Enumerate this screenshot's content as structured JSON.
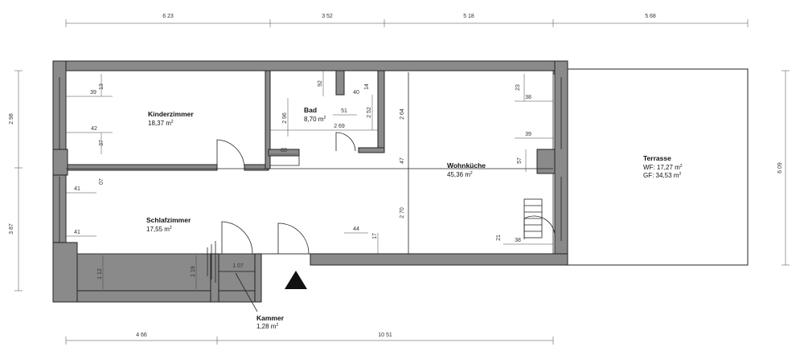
{
  "dimensions": {
    "top": [
      "6 23",
      "3 52",
      "5 18",
      "5 68"
    ],
    "bottom": [
      "4 66",
      "10 51"
    ],
    "left": [
      "2 98",
      "3 87"
    ],
    "right": [
      "6 09"
    ],
    "interior": {
      "k_13": "13",
      "k_39": "39",
      "k_42": "42",
      "k_37": "37",
      "k_07": "07",
      "s_41a": "41",
      "s_41b": "41",
      "s_112": "1 12",
      "s_119": "1 19",
      "c_107": "1 07",
      "b_92": "92",
      "b_40": "40",
      "b_14": "14",
      "b_51": "51",
      "b_296": "2 96",
      "b_269": "2 69",
      "b_252": "2 52",
      "b_83": "83",
      "w_264": "2 64",
      "w_47": "47",
      "w_270": "2 70",
      "w_44": "44",
      "w_17": "17",
      "w_23": "23",
      "w_38a": "38",
      "w_39": "39",
      "w_57": "57",
      "w_21": "21",
      "w_38b": "38"
    }
  },
  "rooms": {
    "kinderzimmer": {
      "name": "Kinderzimmer",
      "area": "18,37 m",
      "sup": "2"
    },
    "bad": {
      "name": "Bad",
      "area": "8,70 m",
      "sup": "2"
    },
    "wohnkueche": {
      "name": "Wohnküche",
      "area": "45,36 m",
      "sup": "2"
    },
    "schlafzimmer": {
      "name": "Schlafzimmer",
      "area": "17,55 m",
      "sup": "2"
    },
    "kammer": {
      "name": "Kammer",
      "area": "1,28 m",
      "sup": "2"
    },
    "terrasse": {
      "name": "Terrasse",
      "wf": "WF: 17,27 m",
      "gf": "GF: 34,53 m",
      "sup": "2"
    }
  },
  "colors": {
    "wall": "#8a8a8a",
    "line": "#222222"
  },
  "icons": {
    "entrance": "entrance-triangle-icon"
  }
}
